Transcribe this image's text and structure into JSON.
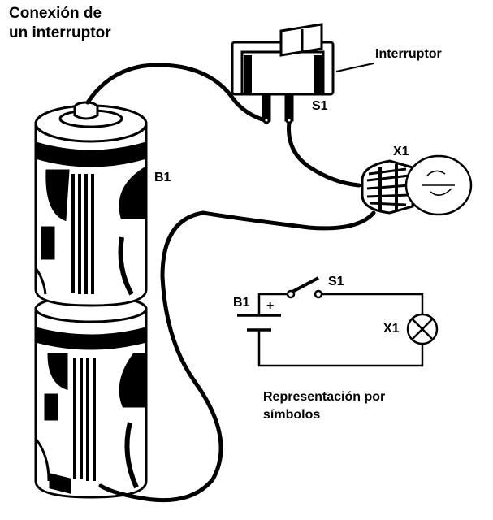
{
  "title": {
    "line1": "Conexión de",
    "line2": "un interruptor"
  },
  "labels": {
    "interruptor": "Interruptor",
    "s1_pictorial": "S1",
    "x1_pictorial": "X1",
    "b1_pictorial": "B1",
    "b1_schematic": "B1",
    "plus_sign": "+",
    "s1_schematic": "S1",
    "x1_schematic": "X1"
  },
  "caption": {
    "line1": "Representación por",
    "line2": "símbolos"
  }
}
